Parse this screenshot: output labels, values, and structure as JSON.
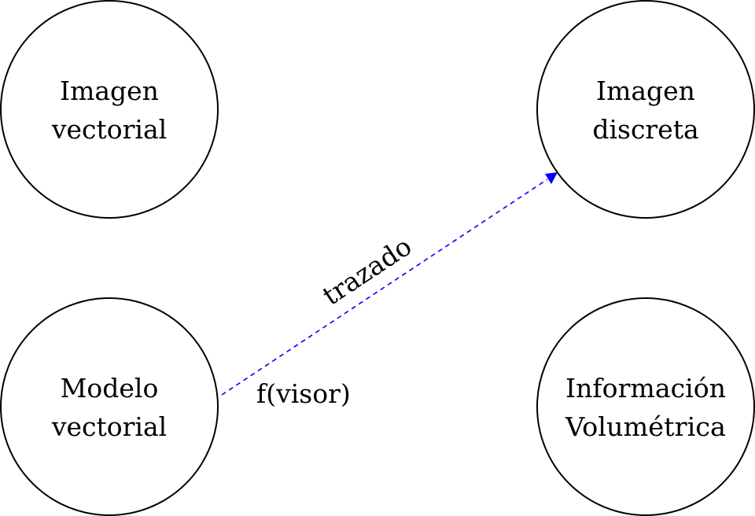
{
  "nodes": {
    "imagen_vectorial": {
      "line1": "Imagen",
      "line2": "vectorial"
    },
    "imagen_discreta": {
      "line1": "Imagen",
      "line2": "discreta"
    },
    "modelo_vectorial": {
      "line1": "Modelo",
      "line2": "vectorial"
    },
    "informacion_volumetrica": {
      "line1": "Información",
      "line2": "Volumétrica"
    }
  },
  "edges": {
    "trazado": {
      "from": "Modelo vectorial",
      "to": "Imagen discreta",
      "label": "trazado",
      "sublabel": "f(visor)",
      "style": "dashed",
      "color": "#0000ff"
    }
  }
}
